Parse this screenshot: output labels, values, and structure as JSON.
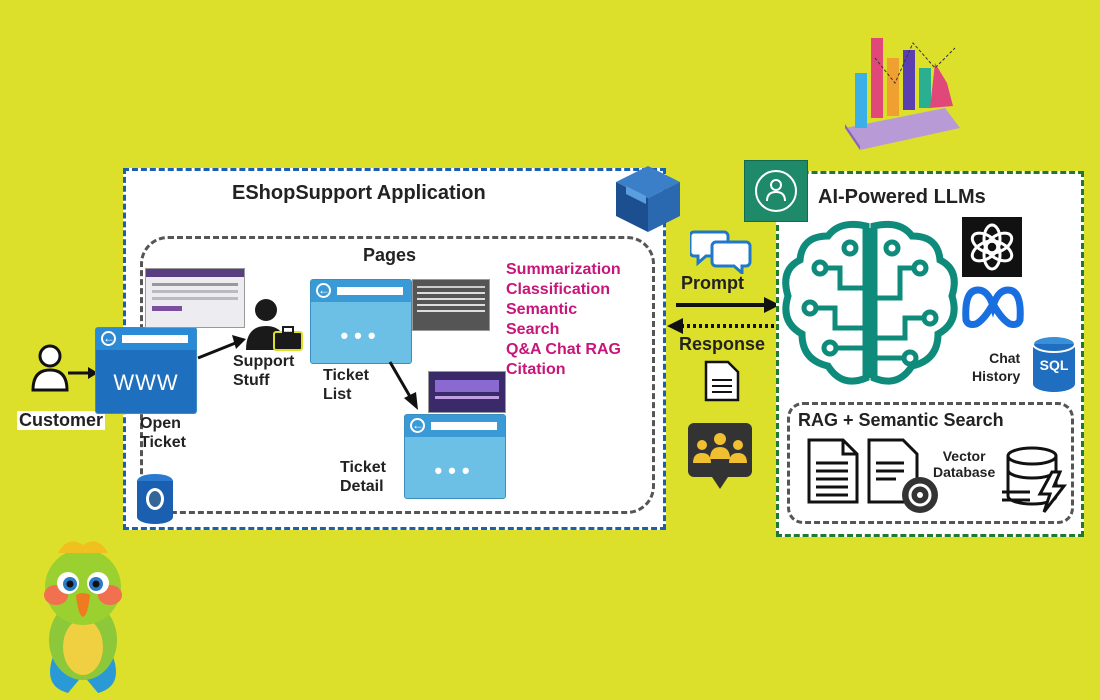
{
  "app": {
    "title": "EShopSupport Application",
    "pages_title": "Pages",
    "customer_label": "Customer",
    "open_ticket_label": [
      "Open",
      "Ticket"
    ],
    "www_label": "WWW",
    "support_label": [
      "Support",
      "Stuff"
    ],
    "ticket_list_label": [
      "Ticket",
      "List"
    ],
    "ticket_detail_label": [
      "Ticket",
      "Detail"
    ],
    "features": [
      "Summarization",
      "Classification",
      "Semantic",
      "Search",
      "Q&A Chat RAG",
      "Citation"
    ]
  },
  "middle": {
    "prompt_label": "Prompt",
    "response_label": "Response"
  },
  "ai": {
    "title": "AI-Powered LLMs",
    "chat_history_label": [
      "Chat",
      "History"
    ],
    "sql_label": "SQL",
    "rag_title": "RAG + Semantic Search",
    "vector_db_label": [
      "Vector",
      "Database"
    ]
  },
  "colors": {
    "background": "#dde02b",
    "app_border": "#1b5fb0",
    "ai_border": "#1f7a2e",
    "feature_text": "#c8157a",
    "brain": "#0e8b7a"
  }
}
